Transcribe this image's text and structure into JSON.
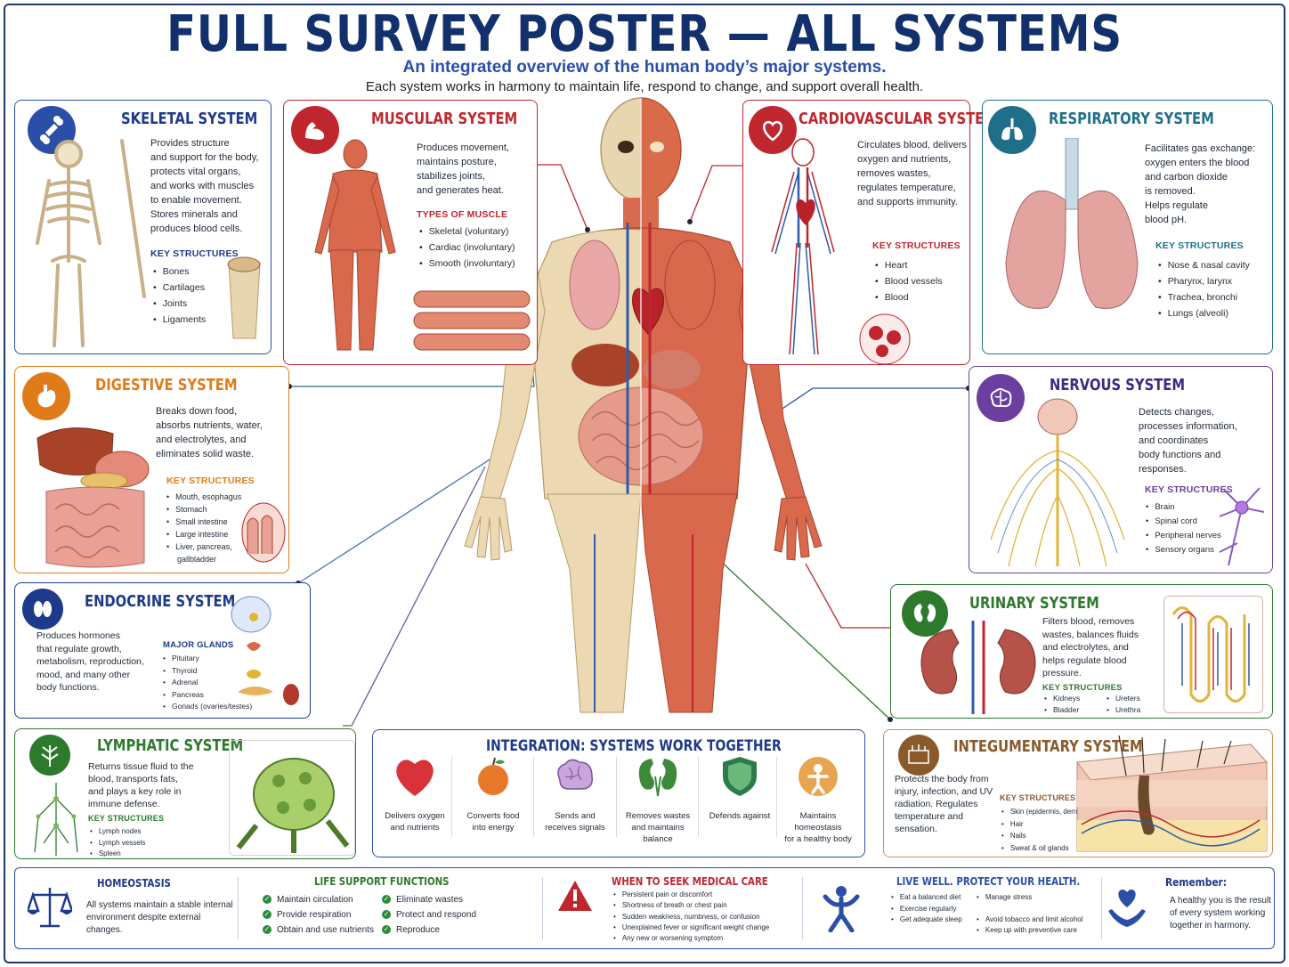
{
  "header": {
    "title": "FULL SURVEY POSTER — ALL SYSTEMS",
    "subtitle": "An integrated overview of the human body’s major systems.",
    "tagline": "Each system works in harmony to maintain life, respond to change, and support overall health."
  },
  "colors": {
    "skeletal": "#2b4fa8",
    "muscular": "#c0262d",
    "cardiovascular": "#c0262d",
    "respiratory": "#1f6f8b",
    "digestive": "#e07b1a",
    "nervous": "#6a3fa0",
    "endocrine": "#1e3a8a",
    "urinary": "#2d7a2d",
    "lymphatic": "#2d7a2d",
    "integumentary": "#8a5a2b",
    "integration": "#1e3a8a"
  },
  "skeletal": {
    "title": "SKELETAL SYSTEM",
    "icon": "bone-icon",
    "desc": [
      "Provides structure",
      "and support for the body,",
      "protects vital organs,",
      "and works with muscles",
      "to enable movement.",
      "Stores minerals and",
      "produces blood cells."
    ],
    "key_label": "KEY STRUCTURES",
    "items": [
      "Bones",
      "Cartilages",
      "Joints",
      "Ligaments"
    ]
  },
  "muscular": {
    "title": "MUSCULAR SYSTEM",
    "icon": "flexed-arm-icon",
    "desc": [
      "Produces movement,",
      "maintains posture,",
      "stabilizes joints,",
      "and generates heat."
    ],
    "key_label": "TYPES OF MUSCLE",
    "items": [
      "Skeletal (voluntary)",
      "Cardiac (involuntary)",
      "Smooth (involuntary)"
    ]
  },
  "cardiovascular": {
    "title": "CARDIOVASCULAR SYSTEM",
    "icon": "heart-icon",
    "desc": [
      "Circulates blood, delivers",
      "oxygen and nutrients,",
      "removes wastes,",
      "regulates temperature,",
      "and supports immunity."
    ],
    "key_label": "KEY STRUCTURES",
    "items": [
      "Heart",
      "Blood vessels",
      "Blood"
    ]
  },
  "respiratory": {
    "title": "RESPIRATORY SYSTEM",
    "icon": "lungs-icon",
    "desc": [
      "Facilitates gas exchange:",
      "oxygen enters the blood",
      "and carbon dioxide",
      "is removed.",
      "Helps regulate",
      "blood pH."
    ],
    "key_label": "KEY STRUCTURES",
    "items": [
      "Nose & nasal cavity",
      "Pharynx, larynx",
      "Trachea, bronchi",
      "Lungs (alveoli)"
    ]
  },
  "digestive": {
    "title": "DIGESTIVE SYSTEM",
    "icon": "stomach-icon",
    "desc": [
      "Breaks down food,",
      "absorbs nutrients, water,",
      "and electrolytes, and",
      "eliminates solid waste."
    ],
    "key_label": "KEY STRUCTURES",
    "items": [
      "Mouth, esophagus",
      "Stomach",
      "Small intestine",
      "Large intestine",
      "Liver, pancreas,",
      "gallbladder"
    ]
  },
  "nervous": {
    "title": "NERVOUS SYSTEM",
    "icon": "brain-icon",
    "desc": [
      "Detects changes,",
      "processes information,",
      "and coordinates",
      "body functions and",
      "responses."
    ],
    "key_label": "KEY STRUCTURES",
    "items": [
      "Brain",
      "Spinal cord",
      "Peripheral nerves",
      "Sensory organs"
    ]
  },
  "endocrine": {
    "title": "ENDOCRINE SYSTEM",
    "icon": "glands-icon",
    "desc": [
      "Produces hormones",
      "that regulate growth,",
      "metabolism, reproduction,",
      "mood, and many other",
      "body functions."
    ],
    "key_label": "MAJOR GLANDS",
    "items": [
      "Pituitary",
      "Thyroid",
      "Adrenal",
      "Pancreas",
      "Gonads (ovaries/testes)"
    ]
  },
  "urinary": {
    "title": "URINARY SYSTEM",
    "icon": "kidneys-icon",
    "desc": [
      "Filters blood, removes",
      "wastes, balances fluids",
      "and electrolytes, and",
      "helps regulate blood",
      "pressure."
    ],
    "key_label": "KEY STRUCTURES",
    "items_left": [
      "Kidneys",
      "Bladder"
    ],
    "items_right": [
      "Ureters",
      "Urethra"
    ]
  },
  "lymphatic": {
    "title": "LYMPHATIC SYSTEM",
    "icon": "lymph-icon",
    "desc": [
      "Returns tissue fluid to the",
      "blood, transports fats,",
      "and plays a key role in",
      "immune defense."
    ],
    "key_label": "KEY STRUCTURES",
    "items": [
      "Lymph nodes",
      "Lymph vessels",
      "Spleen"
    ]
  },
  "integration": {
    "title": "INTEGRATION: SYSTEMS WORK TOGETHER",
    "items": [
      {
        "icon": "heart-icon",
        "label": [
          "Delivers oxygen",
          "and nutrients"
        ]
      },
      {
        "icon": "apple-icon",
        "label": [
          "Converts food",
          "into energy"
        ]
      },
      {
        "icon": "brain-icon",
        "label": [
          "Sends and",
          "receives signals"
        ]
      },
      {
        "icon": "kidneys-icon",
        "label": [
          "Removes wastes",
          "and maintains",
          "balance"
        ]
      },
      {
        "icon": "shield-icon",
        "label": [
          "Defends against"
        ]
      },
      {
        "icon": "person-icon",
        "label": [
          "Maintains homeostasis",
          "for a healthy body"
        ]
      }
    ]
  },
  "integumentary": {
    "title": "INTEGUMENTARY SYSTEM",
    "icon": "skin-icon",
    "desc": [
      "Protects the body from",
      "injury, infection, and UV",
      "radiation. Regulates",
      "temperature and",
      "sensation."
    ],
    "key_label": "KEY STRUCTURES",
    "items": [
      "Skin (epidermis, dermis)",
      "Hair",
      "Nails",
      "Sweat & oil glands"
    ]
  },
  "bottom": {
    "homeostasis": {
      "title": "HOMEOSTASIS",
      "icon": "scales-icon",
      "text": [
        "All systems maintain a stable internal",
        "environment despite external changes."
      ]
    },
    "life_support": {
      "title": "LIFE SUPPORT FUNCTIONS",
      "left": [
        "Maintain circulation",
        "Provide respiration",
        "Obtain and use nutrients"
      ],
      "right": [
        "Eliminate wastes",
        "Protect and respond",
        "Reproduce"
      ]
    },
    "medical": {
      "title": "WHEN TO SEEK MEDICAL CARE",
      "icon": "warning-icon",
      "items": [
        "Persistent pain or discomfort",
        "Shortness of breath or chest pain",
        "Sudden weakness, numbness, or confusion",
        "Unexplained fever or significant weight change",
        "Any new or worsening symptom"
      ]
    },
    "live_well": {
      "title": "LIVE WELL. PROTECT YOUR HEALTH.",
      "icon": "active-person-icon",
      "left": [
        "Eat a balanced diet",
        "Exercise regularly",
        "Get adequate sleep"
      ],
      "right": [
        "Manage stress",
        "Avoid tobacco and limit alcohol",
        "Keep up with preventive care"
      ]
    },
    "remember": {
      "title": "Remember:",
      "icon": "hands-heart-icon",
      "text": [
        "A healthy you is the result",
        "of every system working",
        "together in harmony."
      ]
    }
  }
}
